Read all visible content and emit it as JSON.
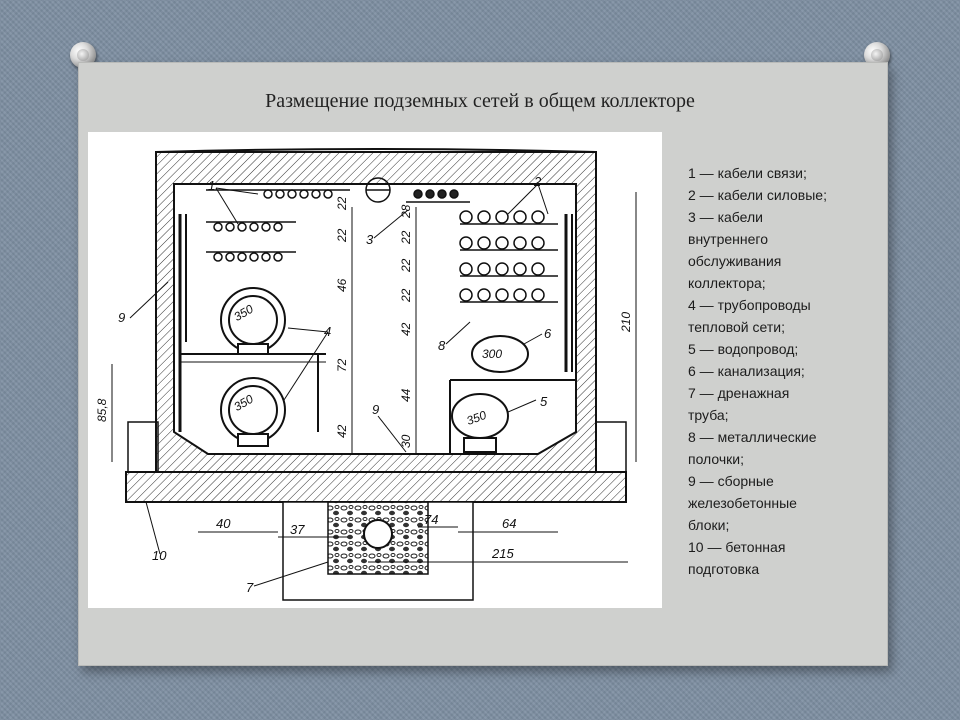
{
  "title": "Размещение подземных сетей в общем коллекторе",
  "legend": [
    "1 — кабели связи;",
    "2 — кабели силовые;",
    "3 — кабели\nвнутреннего\nобслуживания\nколлектора;",
    "4 — трубопроводы\nтепловой сети;",
    "5 — водопровод;",
    "6 — канализация;",
    "7 — дренажная\nтруба;",
    "8 — металлические\nполочки;",
    "9 — сборные\nжелезобетонные\nблоки;",
    "10 — бетонная\nподготовка"
  ],
  "diagram": {
    "callouts": [
      "1",
      "2",
      "3",
      "4",
      "5",
      "6",
      "7",
      "8",
      "9",
      "9",
      "10"
    ],
    "pipe_sizes": [
      "350",
      "350",
      "300",
      "350"
    ],
    "dimensions": [
      "22",
      "22",
      "46",
      "72",
      "42",
      "28",
      "22",
      "22",
      "22",
      "42",
      "44",
      "30",
      "85,8",
      "210",
      "40",
      "37",
      "74",
      "64",
      "215"
    ]
  }
}
